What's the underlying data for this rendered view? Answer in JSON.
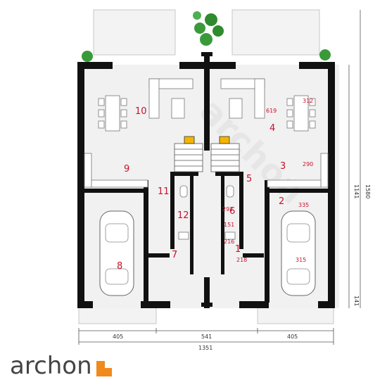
{
  "rooms": {
    "r1": "1",
    "r2": "2",
    "r3": "3",
    "r4": "4",
    "r5": "5",
    "r6": "6",
    "r7": "7",
    "r8": "8",
    "r9": "9",
    "r10": "10",
    "r11": "11",
    "r12": "12"
  },
  "dims": {
    "bottom_left": "405",
    "bottom_mid": "541",
    "bottom_right": "405",
    "overall_width": "1351",
    "right_upper": "1141",
    "right_total": "1580",
    "right_lower": "141",
    "d_619": "619",
    "d_312": "312",
    "d_290": "290",
    "d_292": "292",
    "d_151": "151",
    "d_335": "335",
    "d_216": "216",
    "d_218": "218",
    "d_315": "315"
  },
  "brand": {
    "name": "archon",
    "watermark": "archon",
    "accent": "#f08a1c",
    "room_color": "#c8102e"
  }
}
